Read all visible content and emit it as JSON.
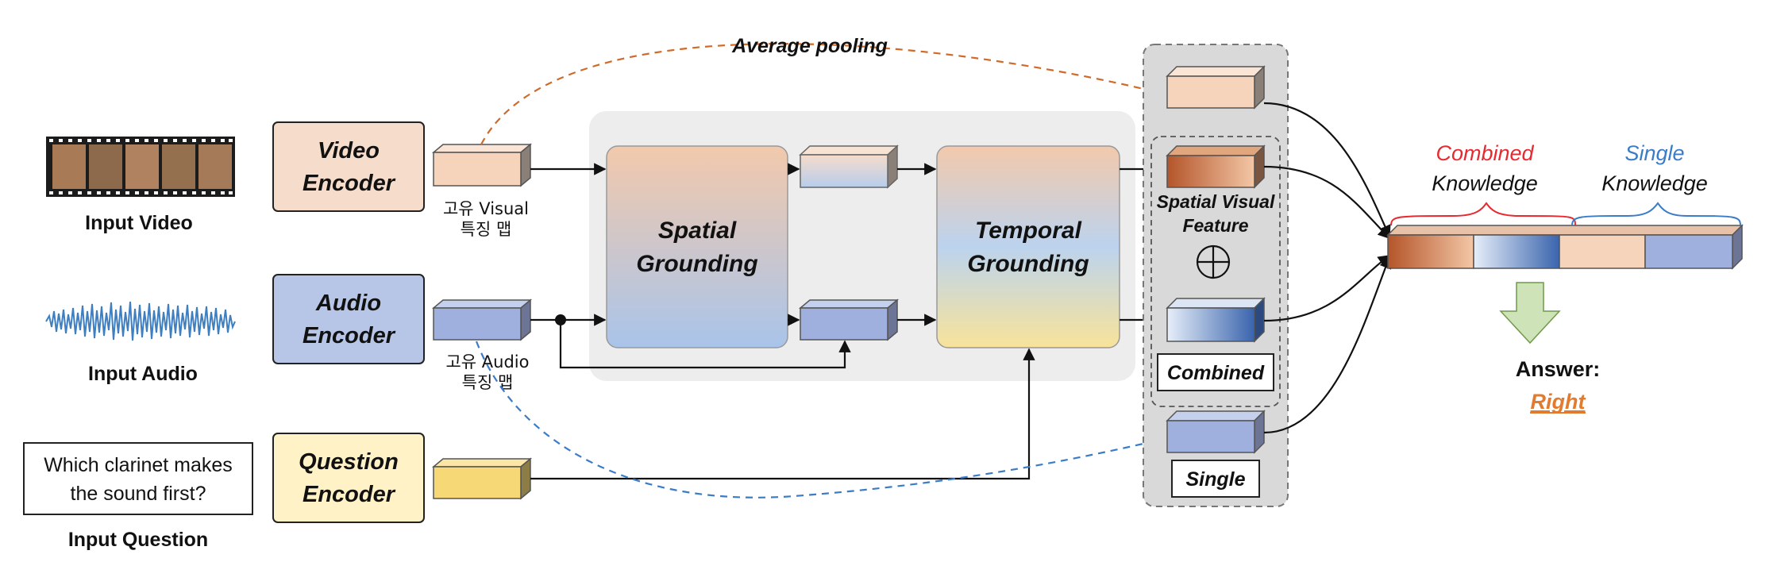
{
  "inputs": {
    "video_label": "Input Video",
    "audio_label": "Input Audio",
    "question_label": "Input Question",
    "question_line1": "Which clarinet makes",
    "question_line2": "the sound first?"
  },
  "encoders": {
    "video": [
      "Video",
      "Encoder"
    ],
    "audio": [
      "Audio",
      "Encoder"
    ],
    "question": [
      "Question",
      "Encoder"
    ]
  },
  "feature_maps": {
    "visual_line1": "고유 Visual",
    "visual_line2": "특징 맵",
    "audio_line1": "고유 Audio",
    "audio_line2": "특징 맵"
  },
  "grounding": {
    "spatial": [
      "Spatial",
      "Grounding"
    ],
    "temporal": [
      "Temporal",
      "Grounding"
    ]
  },
  "pooling_label": "Average pooling",
  "knowledge_panel": {
    "spatial_feature": [
      "Spatial Visual",
      "Feature"
    ],
    "oplus": "⊕",
    "combined": "Combined",
    "single": "Single"
  },
  "output": {
    "combined_word": "Combined",
    "single_word": "Single",
    "knowledge_word": "Knowledge",
    "answer_label": "Answer:",
    "answer_value": "Right"
  },
  "colors": {
    "video": "#f6dccb",
    "audio": "#b7c6e6",
    "question": "#fff2c6",
    "combined_accent": "#e8292f",
    "single_accent": "#3a7cc8",
    "pooling_arrow": "#d06a2a",
    "answer": "#e27b2e",
    "down_arrow": "#cfe3b8"
  },
  "icons": [
    "film-strip-icon",
    "waveform-icon",
    "down-arrow-icon",
    "oplus-icon"
  ]
}
